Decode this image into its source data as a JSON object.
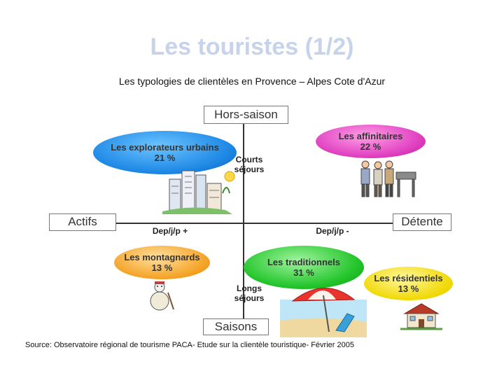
{
  "title": "Les touristes (1/2)",
  "subtitle": "Les typologies de clientèles en Provence – Alpes Cote d'Azur",
  "axes": {
    "top": "Hors-saison",
    "bottom": "Saisons",
    "left": "Actifs",
    "right": "Détente",
    "short_stays": "Courts séjours",
    "long_stays": "Longs séjours",
    "dep_plus": "Dep/j/p +",
    "dep_minus": "Dep/j/p -"
  },
  "segments": [
    {
      "name": "Les explorateurs urbains",
      "value": "21 %",
      "color": "#1e88e5"
    },
    {
      "name": "Les affinitaires",
      "value": "22 %",
      "color": "#e040c0"
    },
    {
      "name": "Les montagnards",
      "value": "13 %",
      "color": "#f4a020"
    },
    {
      "name": "Les traditionnels",
      "value": "31 %",
      "color": "#22c42a"
    },
    {
      "name": "Les résidentiels",
      "value": "13 %",
      "color": "#f0d800"
    }
  ],
  "source": "Source: Observatoire régional de tourisme PACA- Etude sur la clientèle touristique- Février 2005",
  "icons": [
    "city-illustration-icon",
    "people-group-icon",
    "snowman-hiker-icon",
    "beach-umbrella-icon",
    "house-icon"
  ]
}
